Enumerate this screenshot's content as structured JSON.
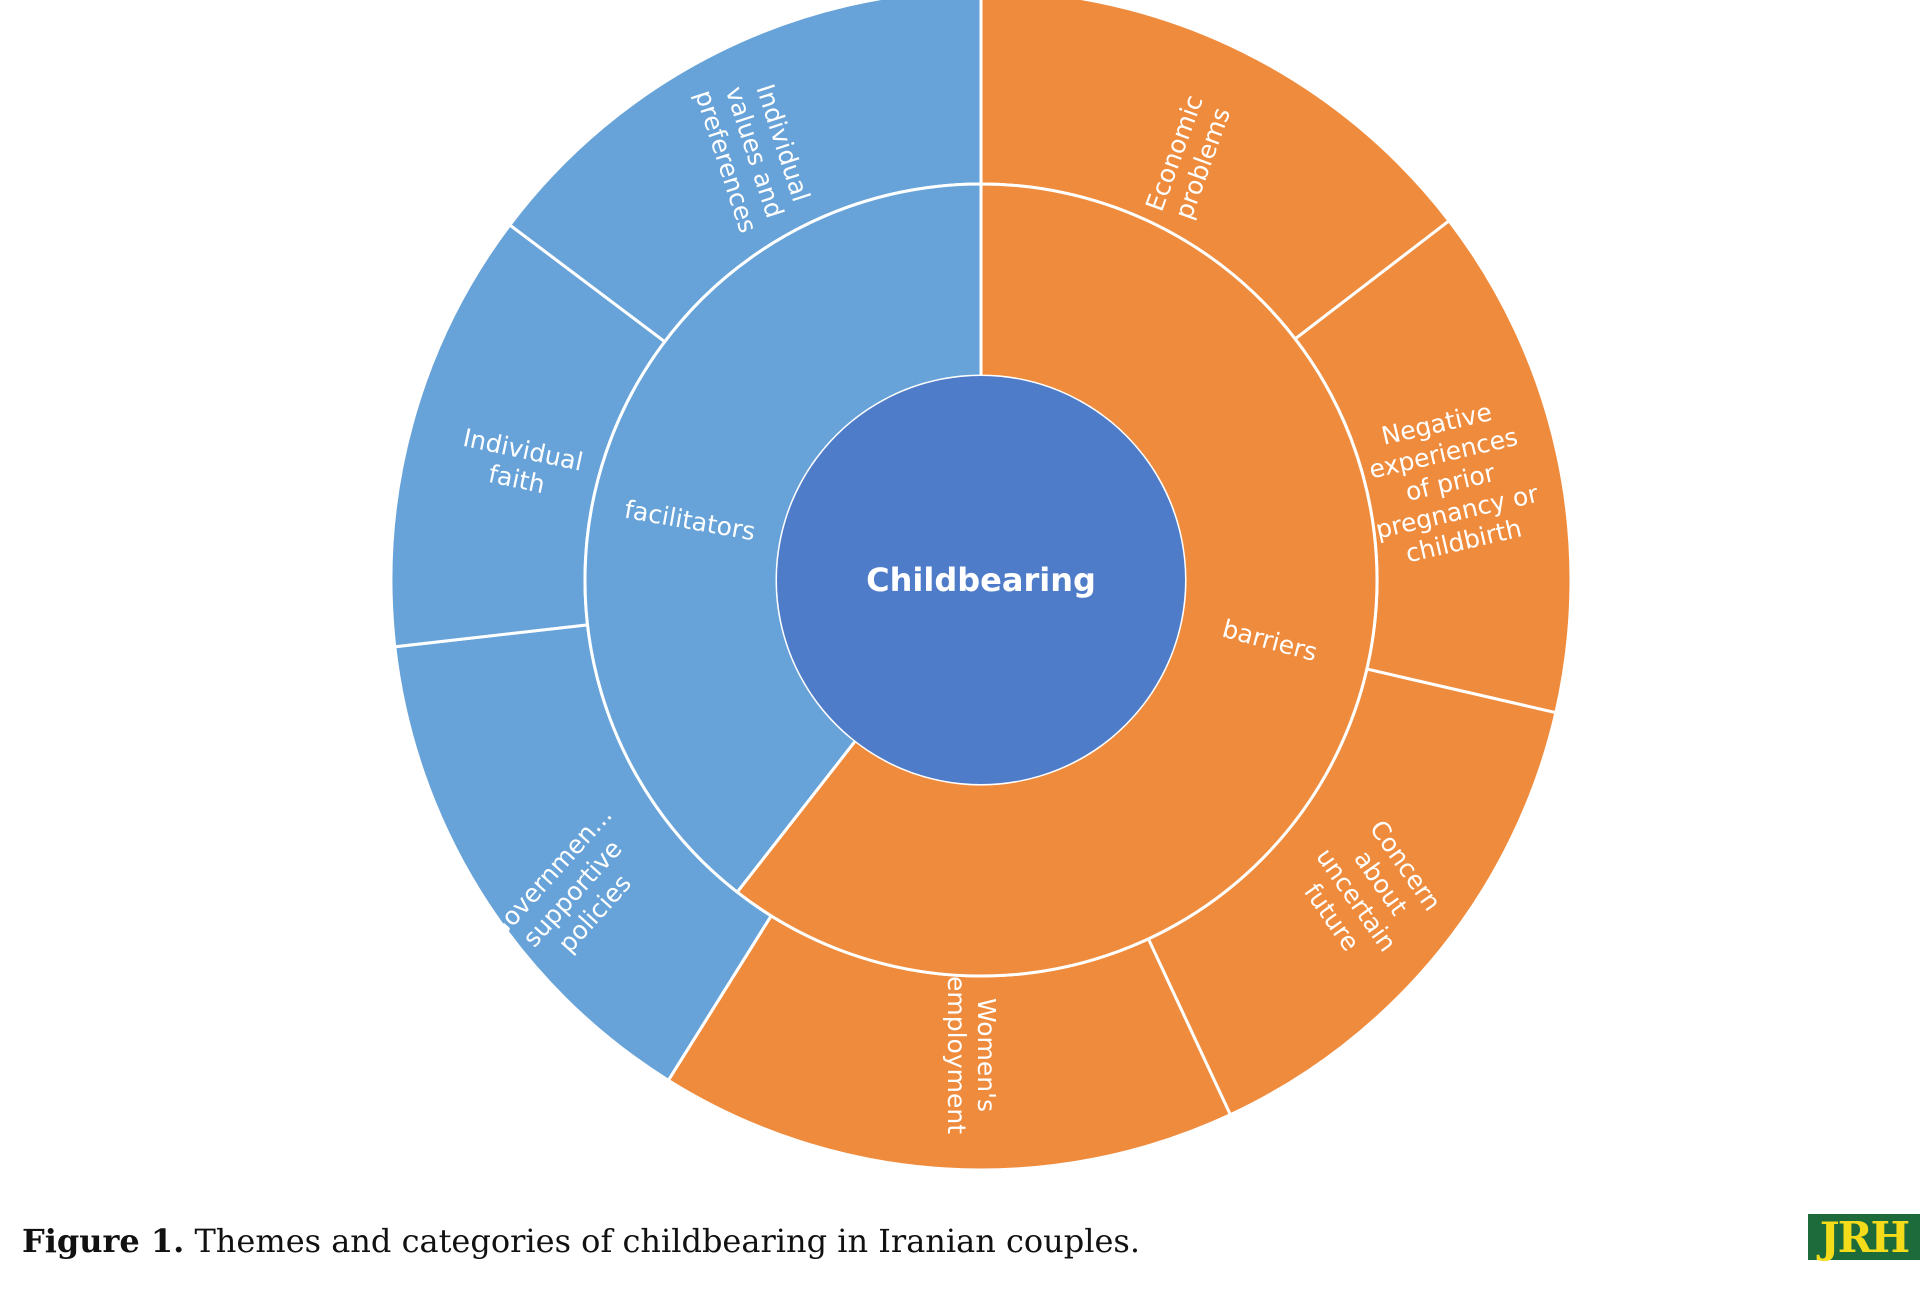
{
  "diagram": {
    "center": {
      "label": "Childbearing",
      "color": "#4f7cc8"
    },
    "themes": [
      {
        "label": "facilitators",
        "color": "#67a3d8",
        "categories": [
          {
            "lines": [
              "Individual",
              "values and",
              "preferences"
            ]
          },
          {
            "lines": [
              "Individual",
              "faith"
            ]
          },
          {
            "lines": [
              "Governmen...",
              "supportive",
              "policies"
            ]
          }
        ]
      },
      {
        "label": "barriers",
        "color": "#ef8b3d",
        "categories": [
          {
            "lines": [
              "Economic",
              "problems"
            ]
          },
          {
            "lines": [
              "Negative",
              "experiences",
              "of prior",
              "pregnancy or",
              "childbirth"
            ]
          },
          {
            "lines": [
              "Concern",
              "about",
              "uncertain",
              "future"
            ]
          },
          {
            "lines": [
              "Women's",
              "employment"
            ]
          }
        ]
      }
    ]
  },
  "caption": {
    "label": "Figure 1.",
    "text": " Themes and categories of childbearing in Iranian couples."
  },
  "logo": {
    "text": "JRH"
  }
}
